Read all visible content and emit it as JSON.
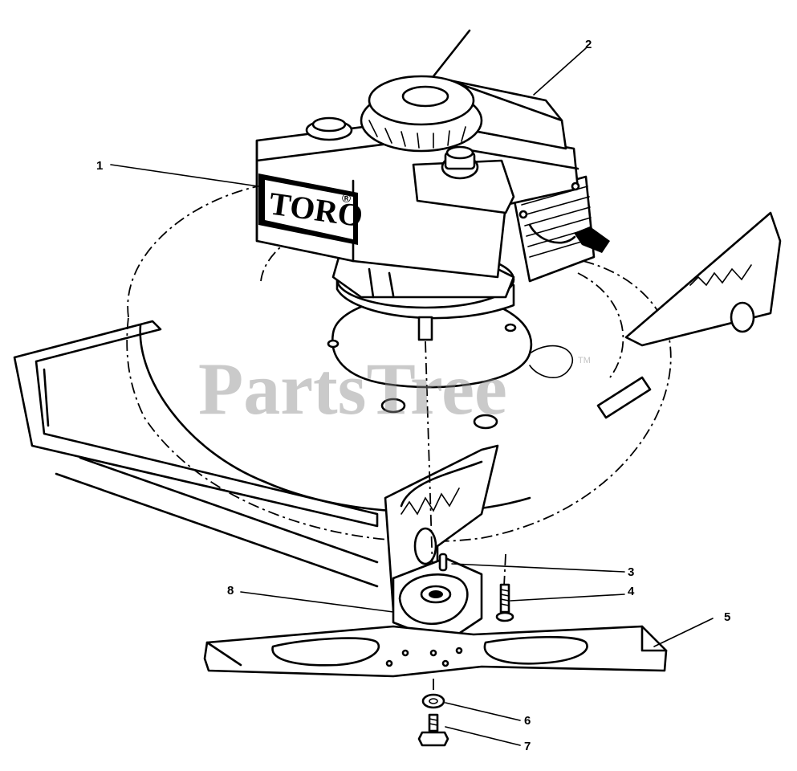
{
  "engine_brand": "TORO",
  "engine_brand_mark": "®",
  "watermark": {
    "text": "PartsTree",
    "mark": "TM"
  },
  "callouts": {
    "c1": "1",
    "c2": "2",
    "c3": "3",
    "c4": "4",
    "c5": "5",
    "c6": "6",
    "c7": "7",
    "c8": "8"
  }
}
